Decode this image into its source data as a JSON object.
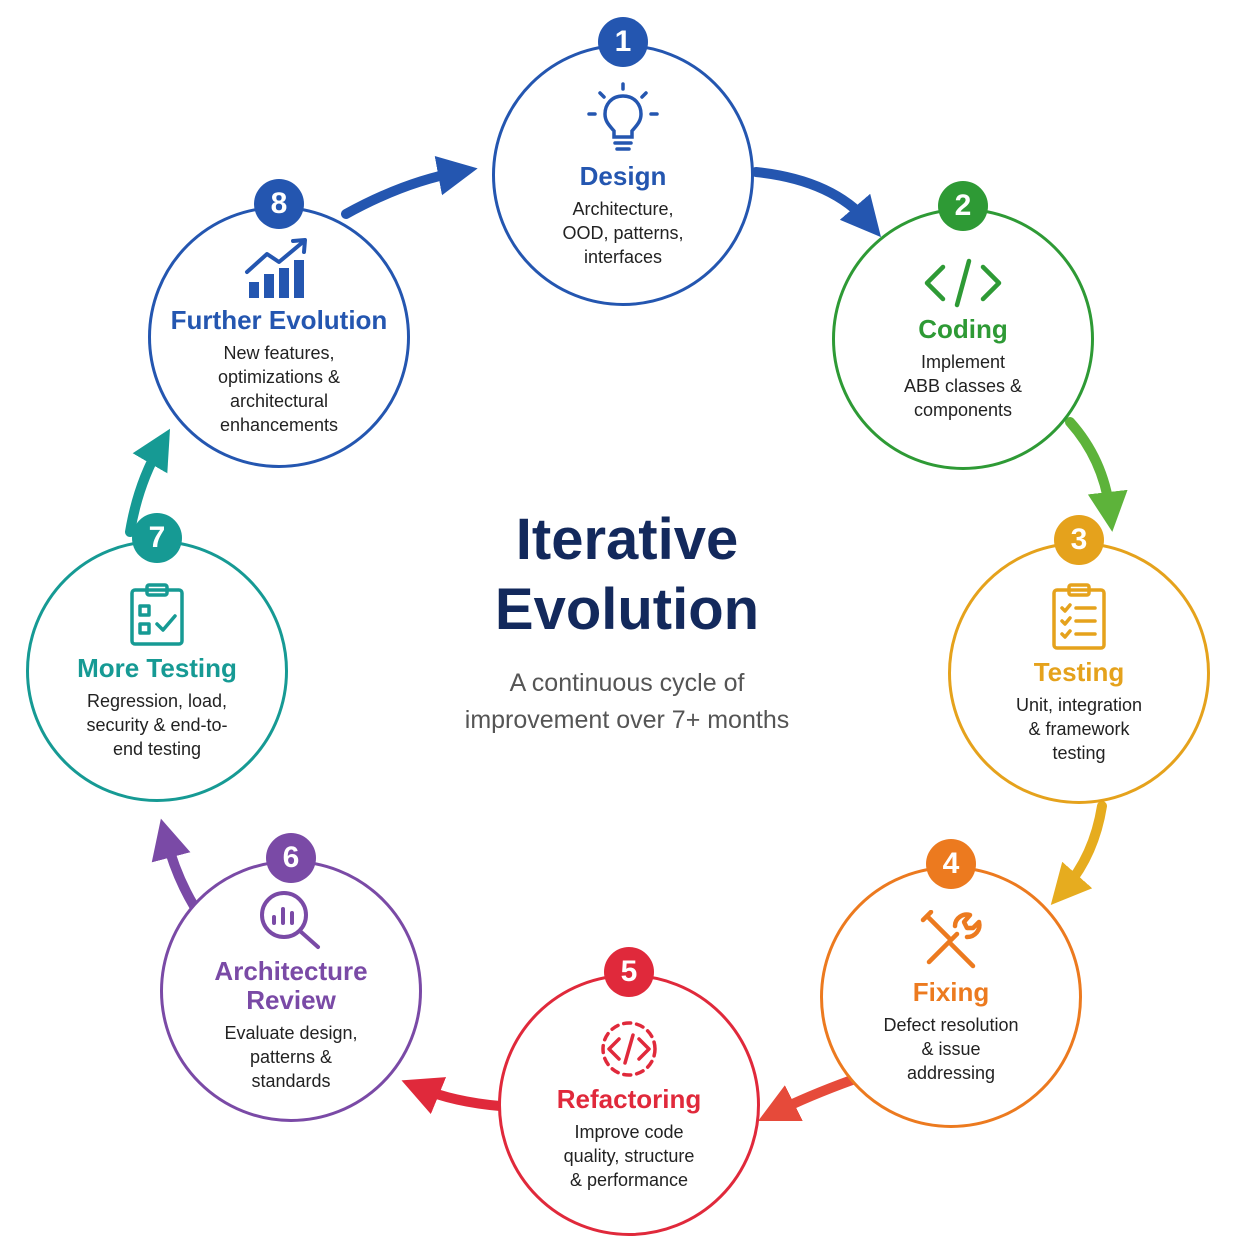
{
  "center": {
    "title": "Iterative\nEvolution",
    "subtitle": "A continuous cycle of\nimprovement over 7+ months"
  },
  "stages": [
    {
      "number": "1",
      "title": "Design",
      "description": "Architecture,\nOOD, patterns,\ninterfaces",
      "color": "#2456b0",
      "icon": "lightbulb-icon"
    },
    {
      "number": "2",
      "title": "Coding",
      "description": "Implement\nABB classes &\ncomponents",
      "color": "#2e9a35",
      "icon": "code-icon"
    },
    {
      "number": "3",
      "title": "Testing",
      "description": "Unit, integration\n& framework\ntesting",
      "color": "#e5a21c",
      "icon": "clipboard-checklist-icon"
    },
    {
      "number": "4",
      "title": "Fixing",
      "description": "Defect resolution\n& issue\naddressing",
      "color": "#ec7a1f",
      "icon": "wrench-screwdriver-icon"
    },
    {
      "number": "5",
      "title": "Refactoring",
      "description": "Improve code\nquality, structure\n& performance",
      "color": "#e0293b",
      "icon": "refactor-code-icon"
    },
    {
      "number": "6",
      "title": "Architecture\nReview",
      "description": "Evaluate design,\npatterns &\nstandards",
      "color": "#7a4aa6",
      "icon": "magnifier-chart-icon"
    },
    {
      "number": "7",
      "title": "More Testing",
      "description": "Regression, load,\nsecurity & end-to-\nend testing",
      "color": "#169a94",
      "icon": "clipboard-check-icon"
    },
    {
      "number": "8",
      "title": "Further\nEvolution",
      "description": "New features,\noptimizations &\narchitectural\nenhancements",
      "color": "#2456b0",
      "icon": "growth-chart-icon"
    }
  ]
}
